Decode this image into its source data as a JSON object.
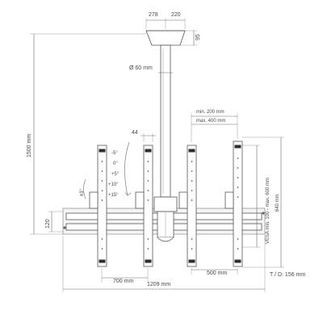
{
  "diagram": {
    "labels": {
      "base_width": "278",
      "base_inner": "220",
      "base_height": "95",
      "pole_diameter": "Ø 60 mm",
      "total_height": "1500 mm",
      "bracket_width": "44",
      "min_spacing": "min. 200 mm",
      "max_spacing": "max. 400 mm",
      "tilt_values": [
        "-5°",
        "0°",
        "+5°",
        "+10°",
        "+15°"
      ],
      "rotation": "±3°",
      "vesa": "VESA min. 100 - max. 600 mm",
      "arm_height": "640 mm",
      "rail_height": "120",
      "width_700": "700 mm",
      "width_500": "500 mm",
      "width_total": "1209 mm",
      "depth": "T / D: 156 mm"
    },
    "colors": {
      "line": "#555555",
      "dimension": "#6b6b6b",
      "dark_part": "#2e2e2e",
      "background": "#ffffff"
    }
  }
}
